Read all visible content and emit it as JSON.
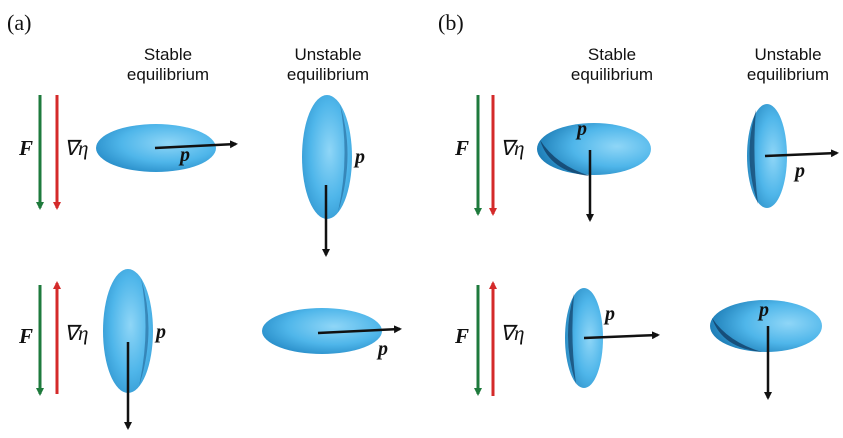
{
  "panels": [
    {
      "id": "a",
      "label": "(a)",
      "headings": {
        "stable": [
          "Stable",
          "equilibrium"
        ],
        "unstable": [
          "Unstable",
          "equilibrium"
        ]
      },
      "rows": [
        {
          "force_symbol": "F",
          "gradient_symbol": "∇η",
          "force_direction": "down",
          "gradient_direction": "down",
          "vector_label": "p",
          "stable_body": {
            "orientation": "horizontal",
            "p_direction": "right"
          },
          "unstable_body": {
            "orientation": "vertical",
            "p_direction": "down"
          }
        },
        {
          "force_symbol": "F",
          "gradient_symbol": "∇η",
          "force_direction": "down",
          "gradient_direction": "up",
          "vector_label": "p",
          "stable_body": {
            "orientation": "vertical",
            "p_direction": "down"
          },
          "unstable_body": {
            "orientation": "horizontal",
            "p_direction": "right"
          }
        }
      ]
    },
    {
      "id": "b",
      "label": "(b)",
      "headings": {
        "stable": [
          "Stable",
          "equilibrium"
        ],
        "unstable": [
          "Unstable",
          "equilibrium"
        ]
      },
      "rows": [
        {
          "force_symbol": "F",
          "gradient_symbol": "∇η",
          "force_direction": "down",
          "gradient_direction": "down",
          "vector_label": "p",
          "stable_body": {
            "orientation": "horizontal",
            "p_direction": "down"
          },
          "unstable_body": {
            "orientation": "vertical",
            "p_direction": "right"
          }
        },
        {
          "force_symbol": "F",
          "gradient_symbol": "∇η",
          "force_direction": "down",
          "gradient_direction": "up",
          "vector_label": "p",
          "stable_body": {
            "orientation": "vertical",
            "p_direction": "right"
          },
          "unstable_body": {
            "orientation": "horizontal",
            "p_direction": "down"
          }
        }
      ]
    }
  ],
  "colors": {
    "force_arrow": "#1e7a3c",
    "gradient_arrow": "#d42a2a",
    "body_fill_light": "#8fd6f7",
    "body_fill_mid": "#4fb6ea",
    "body_fill_dark": "#1f7fb8",
    "vector_arrow": "#111111"
  }
}
